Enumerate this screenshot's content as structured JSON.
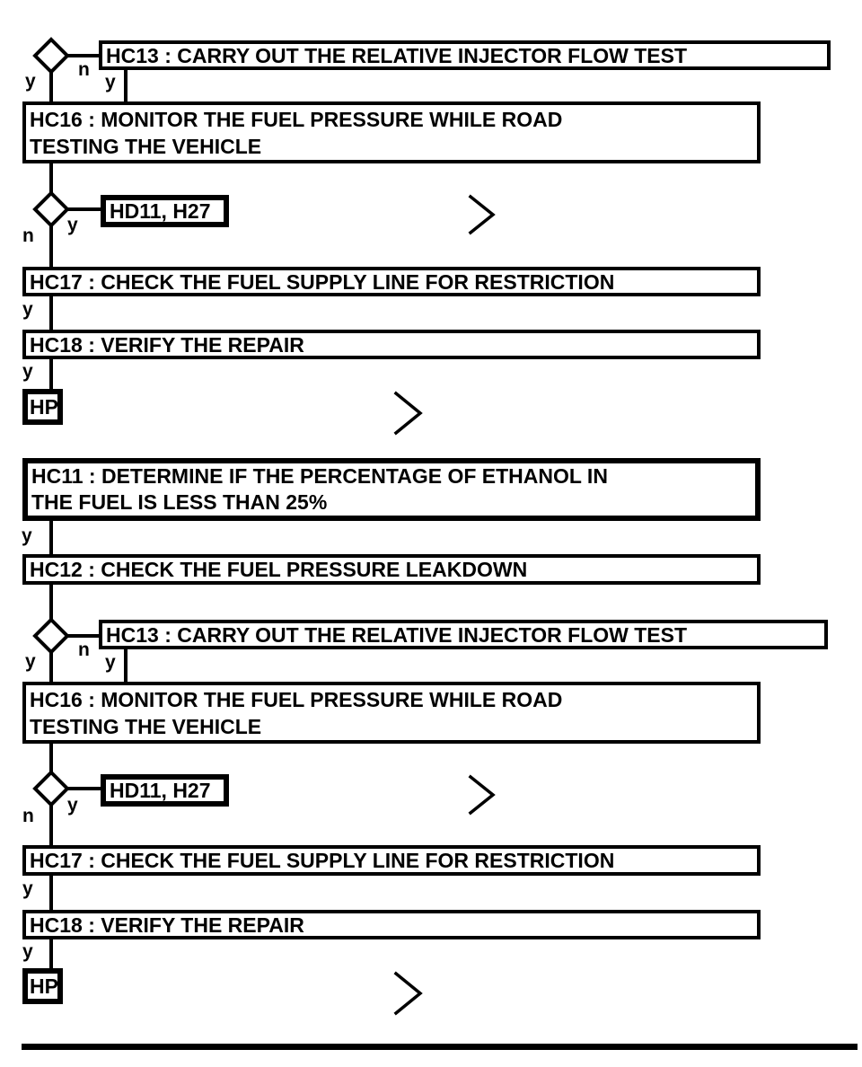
{
  "page": {
    "background": "#ffffff",
    "ink": "#000000"
  },
  "labels": {
    "yes": "y",
    "no": "n"
  },
  "nodes": {
    "hc13": "HC13 : CARRY OUT THE RELATIVE INJECTOR FLOW TEST",
    "hc16_line1": "HC16 : MONITOR THE FUEL PRESSURE WHILE ROAD",
    "hc16_line2": "TESTING THE VEHICLE",
    "hd11_h27": "HD11, H27",
    "hc17": "HC17 : CHECK THE FUEL SUPPLY LINE FOR RESTRICTION",
    "hc18": "HC18 : VERIFY THE REPAIR",
    "hp": "HP",
    "hc11_line1": "HC11 : DETERMINE IF THE PERCENTAGE OF ETHANOL IN",
    "hc11_line2": "THE FUEL IS LESS THAN 25%",
    "hc12": "HC12 : CHECK THE FUEL PRESSURE LEAKDOWN"
  }
}
